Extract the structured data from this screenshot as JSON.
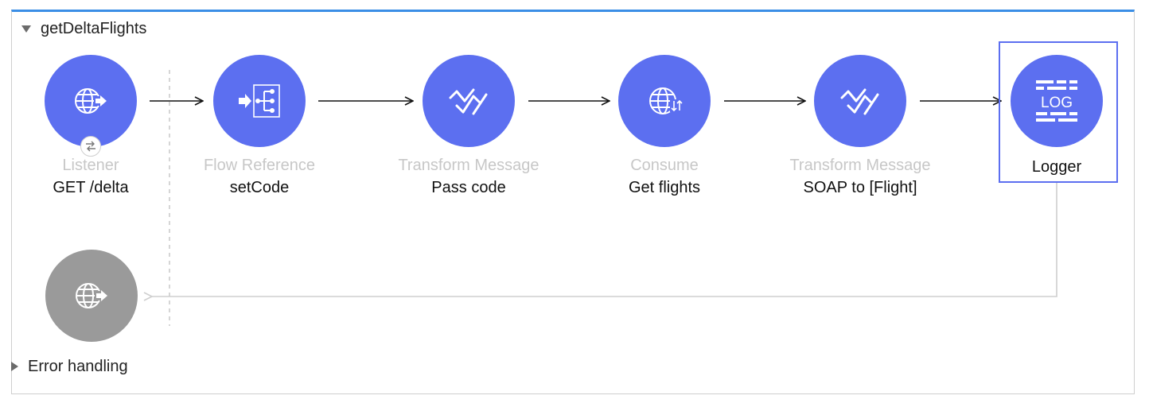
{
  "flow": {
    "name": "getDeltaFlights",
    "error_handling_label": "Error handling"
  },
  "nodes": [
    {
      "type": "Listener",
      "label": "GET /delta",
      "icon": "http-listener-icon"
    },
    {
      "type": "Flow Reference",
      "label": "setCode",
      "icon": "flow-reference-icon"
    },
    {
      "type": "Transform Message",
      "label": "Pass code",
      "icon": "dataweave-icon"
    },
    {
      "type": "Consume",
      "label": "Get flights",
      "icon": "web-service-consumer-icon"
    },
    {
      "type": "Transform Message",
      "label": "SOAP to [Flight]",
      "icon": "dataweave-icon"
    },
    {
      "type": "",
      "label": "Logger",
      "icon": "logger-icon"
    }
  ],
  "logger_icon_text": "LOG",
  "colors": {
    "node": "#5c6ff0",
    "response_node": "#9a9a9a",
    "accent_border": "#3b8ee6",
    "type_label": "#c7c7c7"
  }
}
